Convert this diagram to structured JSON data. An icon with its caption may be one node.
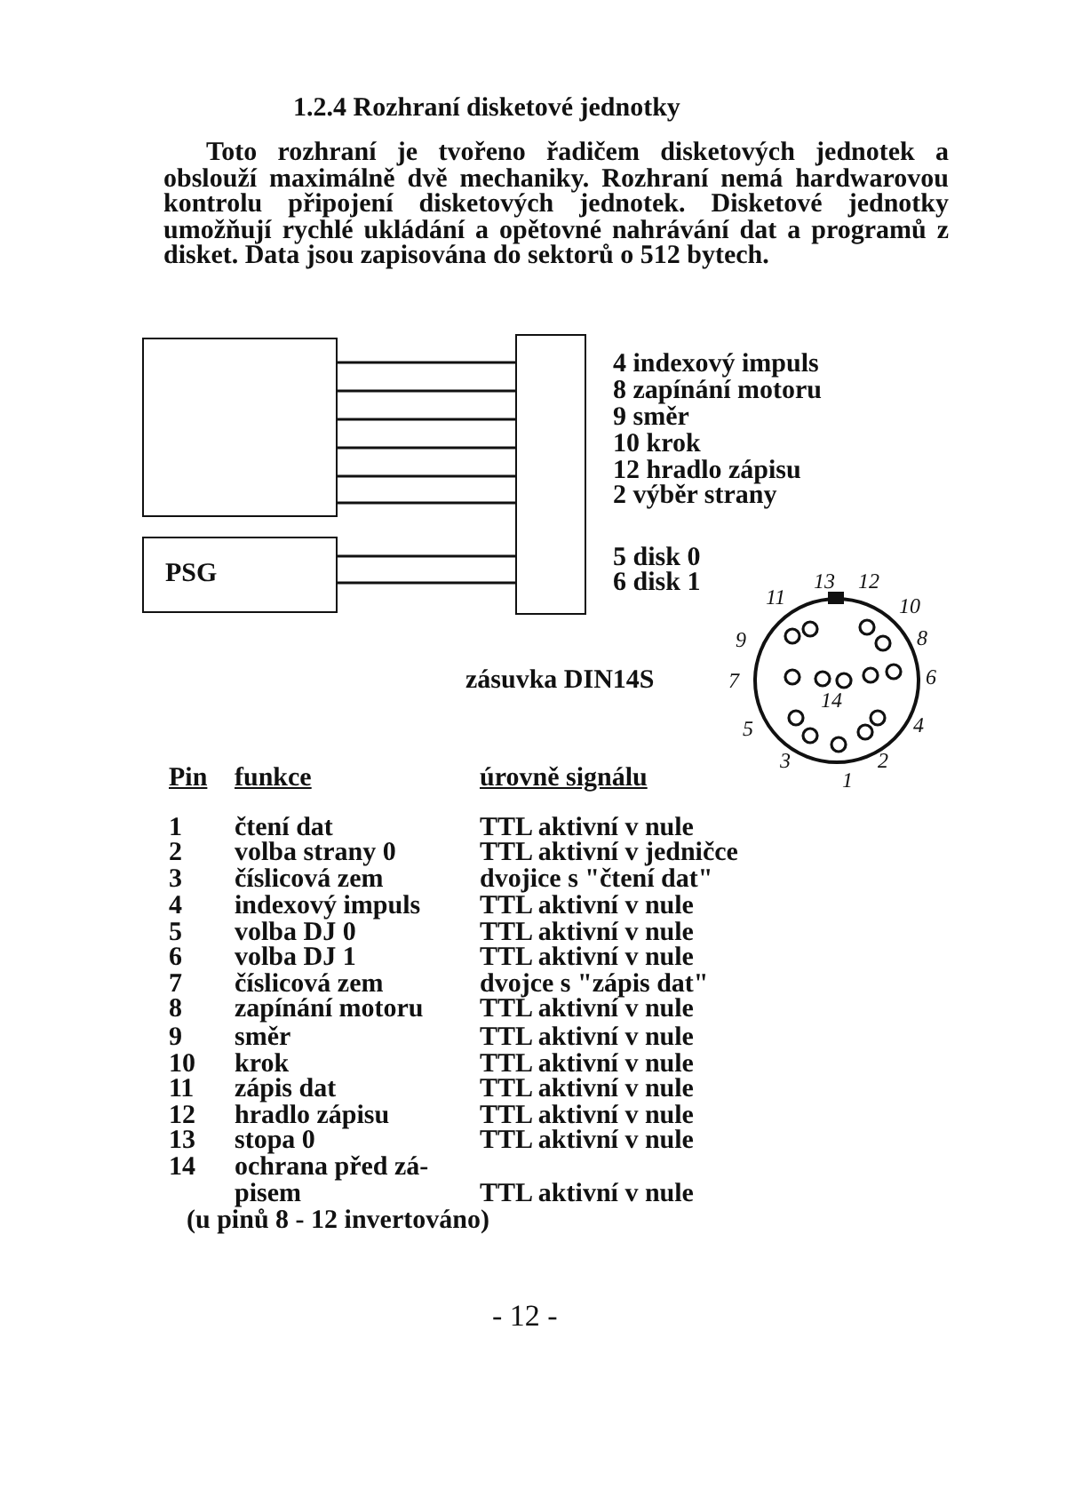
{
  "diagram": {
    "title": "1.2.4 Rozhraní disketové jednotky",
    "nodes": [
      {
        "text": [],
        "shape": "box"
      },
      {
        "text": [
          "PSG"
        ]
      },
      {
        "text": [],
        "shape": "box"
      }
    ],
    "edges": [
      {
        "from": 0,
        "to": 2,
        "arrow": "none"
      },
      {
        "from": 0,
        "to": 2,
        "arrow": "none"
      },
      {
        "from": 0,
        "to": 2,
        "arrow": "none"
      },
      {
        "from": 0,
        "to": 2,
        "arrow": "none"
      },
      {
        "from": 0,
        "to": 2,
        "arrow": "none"
      },
      {
        "from": 0,
        "to": 2,
        "arrow": "none"
      },
      {
        "from": 1,
        "to": 2,
        "arrow": "none"
      },
      {
        "from": 1,
        "to": 2,
        "arrow": "none"
      }
    ],
    "labels": [
      "Toto rozhraní je tvořeno řadičem disketových jednotek a obslouží maximálně dvě mechaniky. Rozhraní nemá hardwarovou kontrolu připojení disketových jednotek. Disketové jednotky umožňují rychlé ukládání a opětovné nahrávání dat a programů z disket. Data jsou zapisována do sektorů o 512 bytech.",
      "4 indexový impuls",
      "8 zapínání motoru",
      "9 směr",
      "10 krok",
      "12 hradlo zápisu",
      "2 výběr strany",
      "5 disk 0",
      "6 disk 1",
      "zásuvka DIN14S",
      "13",
      "12",
      "11",
      "10",
      "9",
      "8",
      "7",
      "6",
      "14",
      "5",
      "4",
      "3",
      "2",
      "1",
      "Pin",
      "funkce",
      "úrovně signálu",
      "1",
      "čtení dat",
      "TTL aktivní v nule",
      "2",
      "volba strany 0",
      "TTL aktivní v jedničce",
      "3",
      "číslicová zem",
      "dvojice s \"čtení dat\"",
      "4",
      "indexový impuls",
      "TTL aktivní v nule",
      "5",
      "volba DJ 0",
      "TTL aktivní v nule",
      "6",
      "volba DJ 1",
      "TTL aktivní v nule",
      "7",
      "číslicová zem",
      "dvojce s \"zápis dat\"",
      "8",
      "zapínání motoru",
      "TTL aktivní v nule",
      "9",
      "směr",
      "TTL aktivní v nule",
      "10",
      "krok",
      "TTL aktivní v nule",
      "11",
      "zápis dat",
      "TTL aktivní v nule",
      "12",
      "hradlo zápisu",
      "TTL aktivní v nule",
      "13",
      "stopa 0",
      "TTL aktivní v nule",
      "14",
      "ochrana před zá- pisem",
      "TTL aktivní v nule",
      "(u pinů 8 - 12 invertováno)",
      "- 12 -"
    ]
  }
}
